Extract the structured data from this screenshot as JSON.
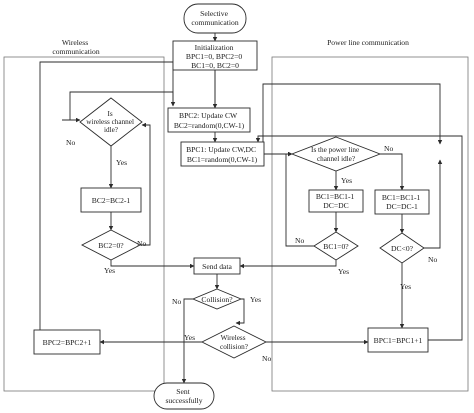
{
  "sections": {
    "wireless": [
      "Wireless",
      "communication"
    ],
    "powerline": "Power line communication"
  },
  "nodes": {
    "start": [
      "Selective",
      "communication"
    ],
    "init": [
      "Initialization",
      "BPC1=0,  BPC2=0",
      "BC1=0, BC2=0"
    ],
    "bpc2_update": [
      "BPC2: Update CW",
      "BC2=random(0,CW-1)"
    ],
    "bpc1_update": [
      "BPC1: Update CW,DC",
      "BC1=random(0,CW-1)"
    ],
    "wl_idle": [
      "Is",
      "wireless channel",
      "idle?"
    ],
    "bc2_dec": "BC2=BC2-1",
    "bc2_zero": "BC2=0?",
    "pl_idle": [
      "Is the power line",
      "channel idle?"
    ],
    "bc1_dec": [
      "BC1=BC1-1",
      "DC=DC"
    ],
    "bc1_dc_dec": [
      "BC1=BC1-1",
      "DC=DC-1"
    ],
    "bc1_zero": "BC1=0?",
    "dc_neg": "DC<0?",
    "send": "Send data",
    "collision": "Collision?",
    "wl_collision": [
      "Wireless",
      "collision?"
    ],
    "bpc2_inc": "BPC2=BPC2+1",
    "bpc1_inc": "BPC1=BPC1+1",
    "end": [
      "Sent",
      "successfully"
    ]
  },
  "edge_labels": {
    "wl_idle_no": "No",
    "wl_idle_yes": "Yes",
    "bc2_zero_no": "No",
    "bc2_zero_yes": "Yes",
    "pl_idle_no": "No",
    "pl_idle_yes": "Yes",
    "bc1_zero_no": "No",
    "bc1_zero_yes": "Yes",
    "dc_neg_no": "No",
    "dc_neg_yes": "Yes",
    "collision_no": "No",
    "collision_yes": "Yes",
    "wl_collision_yes": "Yes",
    "wl_collision_no": "No"
  }
}
